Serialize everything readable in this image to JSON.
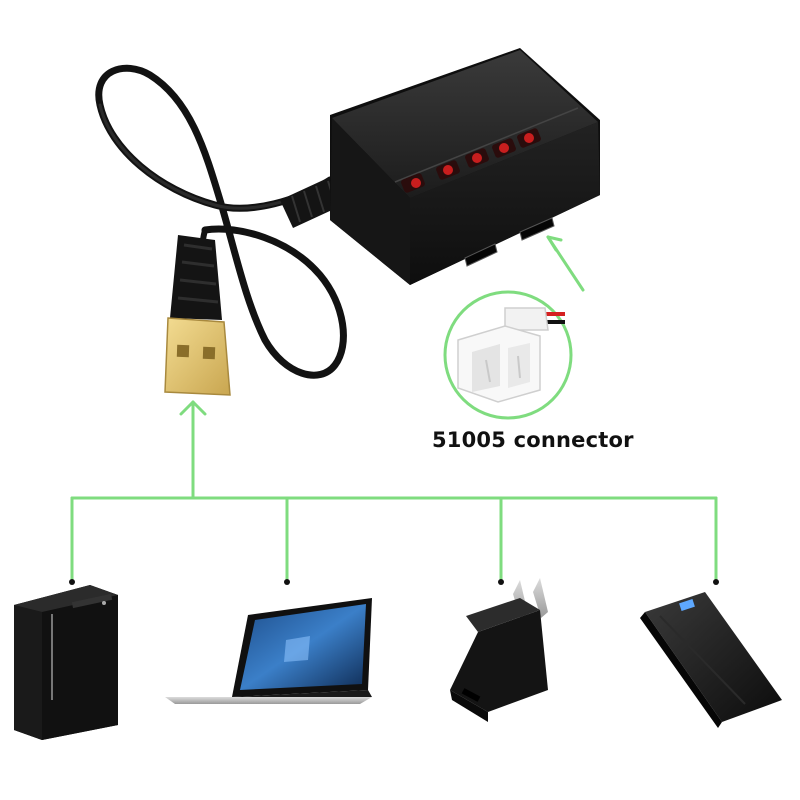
{
  "label": {
    "connector": "51005 connector"
  },
  "colors": {
    "arrow": "#7fdc7f",
    "charger_body": "#1e1e1e",
    "led": "#c81e1e",
    "usb_plug": "#e8cc78",
    "connector_red_wire": "#d42020"
  },
  "charger": {
    "led_count": 5
  },
  "devices": [
    "desktop-tower",
    "laptop",
    "wall-adapter",
    "power-bank"
  ]
}
